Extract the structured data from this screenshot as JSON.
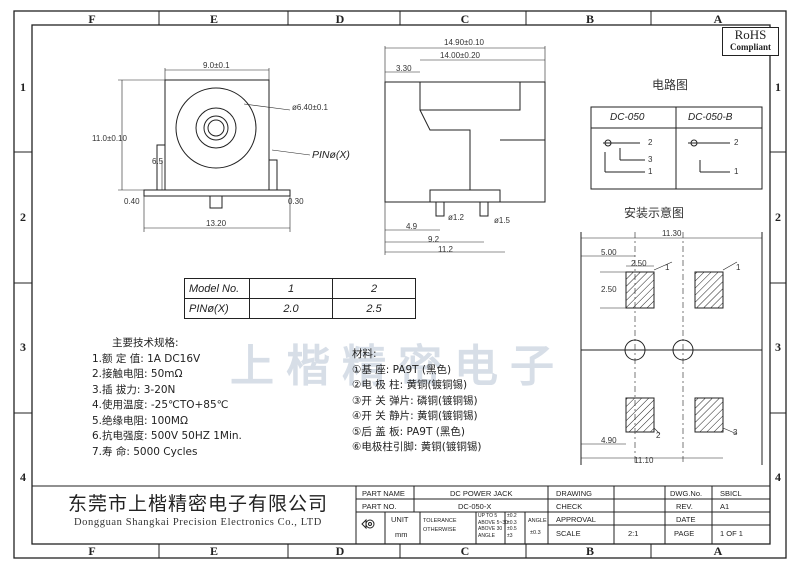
{
  "zones": {
    "top": [
      "F",
      "E",
      "D",
      "C",
      "B",
      "A"
    ],
    "bottom": [
      "F",
      "E",
      "D",
      "C",
      "B",
      "A"
    ],
    "left": [
      "1",
      "2",
      "3",
      "4"
    ],
    "right": [
      "1",
      "2",
      "3",
      "4"
    ]
  },
  "rohs": {
    "line1": "RoHS",
    "line2": "Compliant"
  },
  "front_view": {
    "dim_width": "9.0±0.1",
    "dim_height": "11.0±0.10",
    "dim_diameter": "ø6.40±0.1",
    "dim_6_5": "6.5",
    "dim_left": "0.40",
    "dim_right": "0.30",
    "dim_base": "13.20",
    "pin_label": "PINø(X)"
  },
  "side_view": {
    "dim_14_90": "14.90±0.10",
    "dim_14_00": "14.00±0.20",
    "dim_3_30": "3.30",
    "dim_phi_1_2": "ø1.2",
    "dim_phi_1_5": "ø1.5",
    "dim_4_9": "4.9",
    "dim_9_2": "9.2",
    "dim_11_2": "11.2"
  },
  "circuit": {
    "title": "电路图",
    "col1": "DC-050",
    "col2": "DC-050-B",
    "pins": [
      "2",
      "3",
      "1"
    ],
    "pins_b": [
      "2",
      "1"
    ]
  },
  "layout": {
    "title": "安装示意图",
    "dim_11_30": "11.30",
    "dim_5_00": "5.00",
    "dim_2_50_top": "2.50",
    "dim_2_50_side": "2.50",
    "dim_4_90": "4.90",
    "dim_11_10": "11.10",
    "callouts": [
      "1",
      "1",
      "2",
      "3"
    ]
  },
  "model_table": {
    "row1": {
      "label": "Model No.",
      "v1": "1",
      "v2": "2"
    },
    "row2": {
      "label": "PINø(X)",
      "v1": "2.0",
      "v2": "2.5"
    }
  },
  "specs": {
    "heading": "主要技术规格:",
    "items": [
      "1.额 定 值: 1A DC16V",
      "2.接触电阻: 50mΩ",
      "3.插  拔力: 3-20N",
      "4.使用温度: -25℃TO+85℃",
      "5.绝缘电阻: 100MΩ",
      "6.抗电强度: 500V 50HZ 1Min.",
      "7.寿    命: 5000 Cycles"
    ]
  },
  "materials": {
    "heading": "材料:",
    "items": [
      "①基    座: PA9T (黑色)",
      "②电  极  柱: 黄铜(镀铜锡)",
      "③开 关 弹片: 磷铜(镀铜锡)",
      "④开 关 静片: 黄铜(镀铜锡)",
      "⑤后  盖  板: PA9T (黑色)",
      "⑥电极柱引脚: 黄铜(镀铜锡)"
    ]
  },
  "watermark": "上楷精密电子",
  "company": {
    "name_cn": "东莞市上楷精密电子有限公司",
    "name_en": "Dongguan Shangkai Precision Electronics Co., LTD"
  },
  "title_block": {
    "part_name_label": "PART NAME",
    "part_name": "DC POWER JACK",
    "part_no_label": "PART NO.",
    "part_no": "DC-050-X",
    "unit_label": "UNIT",
    "unit": "mm",
    "tolerance_label": "TOLERANCE",
    "otherwise_label": "OTHERWISE",
    "tol_rows": [
      "UP TO 5",
      "ABOVE 5~30",
      "ABOVE 30",
      "ANGLE"
    ],
    "tol_vals": [
      "±0.2",
      "±0.3",
      "±0.5",
      "±3"
    ],
    "angle_label": "ANGLE",
    "angle_val": "±0.3",
    "drawing_label": "DRAWING",
    "check_label": "CHECK",
    "approval_label": "APPROVAL",
    "scale_label": "SCALE",
    "scale": "2:1",
    "dwg_label": "DWG.No.",
    "dwg": "SBICL",
    "rev_label": "REV.",
    "rev": "A1",
    "date_label": "DATE",
    "page_label": "PAGE",
    "page": "1 OF 1"
  }
}
